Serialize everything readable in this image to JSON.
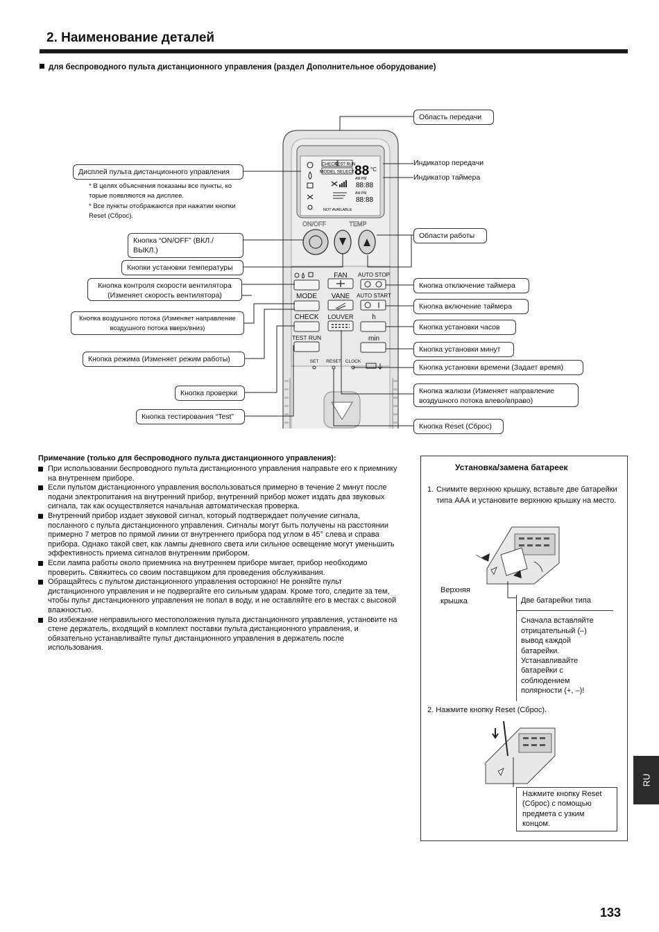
{
  "header": {
    "title": "2. Наименование деталей",
    "subtitle": "для беспроводного пульта дистанционного управления (раздел Дополнительное оборудование)"
  },
  "remote": {
    "buttons": {
      "on_off": "ON/OFF",
      "temp": "TEMP",
      "fan": "FAN",
      "mode": "MODE",
      "vane": "VANE",
      "check": "CHECK",
      "louver": "LOUVER",
      "test_run": "TEST RUN",
      "auto_stop": "AUTO STOP",
      "auto_start": "AUTO START",
      "h": "h",
      "min": "min",
      "set": "SET",
      "reset": "RESET",
      "clock": "CLOCK"
    },
    "display": {
      "check": "CHECK",
      "test_run": "TEST RUN",
      "model_select": "MODEL SELECT",
      "temp_digits": "88",
      "celsius": "°C",
      "am_pm_1": "AM PM",
      "am_pm_2": "AM PM",
      "time_1": "88:88",
      "time_2": "88:88",
      "not_available": "NOT AVAILABLE"
    }
  },
  "callouts_left": {
    "display": "Дисплей пульта дистанционного управления",
    "note1": "* В целях объяснения показаны все пункты, ко торые появляются на дисплее.",
    "note2": "* Все пункты отображаются при нажатии кнопки Reset (Сброс).",
    "on_off": "Кнопка “ON/OFF” (ВКЛ./ВЫКЛ.)",
    "temp": "Кнопки установки температуры",
    "fan_speed_1": "Кнопка контроля скорости вентилятора",
    "fan_speed_2": "(Изменяет скорость вентилятора)",
    "airflow_1": "Кнопка воздушного потока (Изменяет направление",
    "airflow_2": "воздушного потока вверх/вниз)",
    "mode": "Кнопка режима (Изменяет режим работы)",
    "check": "Кнопка проверки",
    "test": "Кнопка тестирования “Test”"
  },
  "callouts_right": {
    "transmit_area": "Область передачи",
    "transmit_indicator": "Индикатор передачи",
    "timer_indicator": "Индикатор таймера",
    "operation_area": "Области работы",
    "timer_off": "Кнопка отключение таймера",
    "timer_on": "Кнопка включение таймера",
    "clock_set": "Кнопка установки часов",
    "minute_set": "Кнопка установки минут",
    "time_set": "Кнопка установки времени (Задает время)",
    "louver_1": "Кнопка жалюзи (Изменяет направление",
    "louver_2": "воздушного потока влево/вправо)",
    "reset": "Кнопка Reset (Сброс)"
  },
  "notes": {
    "title": "Примечание (только для беспроводного пульта дистанционного управления):",
    "items": [
      "При использовании беспроводного пульта дистанционного управления направьте его к приемнику на внутреннем приборе.",
      "Если пультом дистанционного управления воспользоваться примерно в течение 2 минут после подачи электропитания на внутренний прибор, внутренний прибор может издать два звуковых сигнала, так как осуществляется начальная автоматическая проверка.",
      "Внутренний прибор издает звуковой сигнал, который подтверждает получение сигнала, посланного с пульта дистанционного управления. Сигналы могут быть получены на расстоянии примерно 7 метров по прямой линии от внутреннего прибора под углом в 45° слева и справа прибора. Однако такой свет, как лампы дневного света или сильное освещение могут уменьшить эффективность приема сигналов внутренним прибором.",
      "Если лампа работы около приемника на внутреннем приборе мигает, прибор необходимо проверить. Свяжитесь со своим поставщиком для проведения обслуживания.",
      "Обращайтесь с пультом дистанционного управления осторожно! Не роняйте пульт дистанционного управления и не подвергайте его сильным ударам. Кроме того, следите за тем, чтобы пульт дистанционного управления не попал в воду, и не оставляйте его в местах с высокой влажностью.",
      "Во избежание неправильного местоположения пульта дистанционного управления, установите на стене держатель, входящий в комплект поставки пульта дистанционного управления, и обязательно устанавливайте пульт дистанционного управления в держатель после использования."
    ]
  },
  "battery": {
    "title": "Установка/замена батареек",
    "step1_num": "1.",
    "step1": "Снимите верхнюю крышку, вставьте две батарейки типа ААА и установите верхнюю крышку на место.",
    "cover_label": "Верхняя крышка",
    "two_batteries": "Две батарейки типа",
    "insert_note": "Сначала вставляйте отрицательный (–) вывод каждой батарейки. Устанавливайте батарейки с соблюдением полярности (+, –)!",
    "step2": "2. Нажмите кнопку Reset (Сброс).",
    "reset_note": "Нажмите кнопку Reset (Сброс) с помощью предмета с узким концом."
  },
  "footer": {
    "lang_tab": "RU",
    "page_number": "133"
  }
}
